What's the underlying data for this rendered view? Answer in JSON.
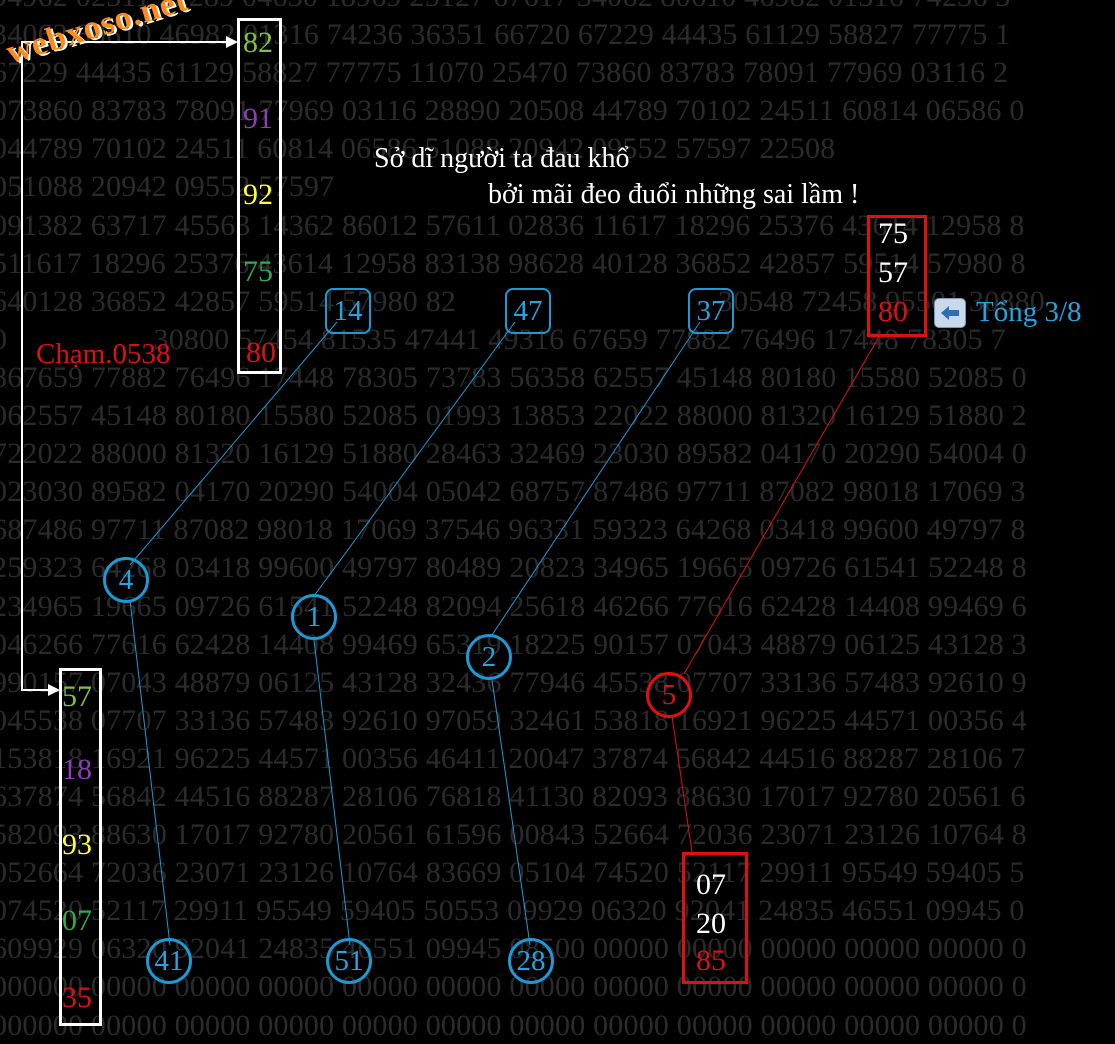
{
  "logo_text": "webxoso.net",
  "quote": {
    "line1": "Sở dĩ người ta đau khổ",
    "line2": "bởi mãi đeo đuổi những sai lầm !"
  },
  "tong_label": "Tổng 3/8",
  "cham_label": "Chạm.0538",
  "colors": {
    "green": "#7fc242",
    "purple": "#8a3fb8",
    "yellow": "#ffff33",
    "dark_green": "#2fae4f",
    "red": "#e01010",
    "blue": "#1c9ad6",
    "white": "#ffffff"
  },
  "left_top_column": [
    "82",
    "91",
    "92",
    "75",
    "80"
  ],
  "left_bottom_column": [
    "57",
    "18",
    "93",
    "07",
    "35"
  ],
  "top_blue_squares": [
    "14",
    "47",
    "37"
  ],
  "top_right_box": [
    "75",
    "57",
    "80"
  ],
  "middle_circles": [
    "4",
    "1",
    "2"
  ],
  "red_circle": "5",
  "bottom_circles": [
    "41",
    "51",
    "28"
  ],
  "bottom_right_box": [
    "07",
    "20",
    "85"
  ],
  "icons": {
    "back_arrow": "left-arrow-icon"
  },
  "background_rows": [
    "94962 02511 22289 04630 18969 25127 67617 34062 80610 46982 01316 74236 3",
    "34062 80610 46982 01316 74236 36351 66720 67229 44435 61129 58827 77775 1",
    "67229 44435 61129 58827 77775 11070 25470 73860 83783 78091 77969 03116 2",
    "073860 83783 78091 77969 03116 28890 20508 44789 70102 24511 60814 06586 0",
    "044789 70102 24511 60814 06586 51088 20942 09552 57597 22508",
    "051088 20942 09552 57597 ",
    "091382 63717 45563 14362 86012 57611 02836 11617 18296 25376 43614 12958 8",
    "511617 18296 25376 43614 12958 83138 98628 40128 36852 42857 59514 57980 8",
    "640128 36852 42857 59514 57980 82                                  30548 72458 95501 30880",
    "0                   30800 57454 81535 47441 49316 67659 77882 76496 17448 78305 7",
    "867659 77882 76496 17448 78305 73783 56358 62557 45148 80180 15580 52085 0",
    "062557 45148 80180 15580 52085 01993 13853 22022 88000 81320 16129 51880 2",
    "722022 88000 81320 16129 51880 28463 32469 23030 89582 04170 20290 54004 0",
    "023030 89582 04170 20290 54004 05042 68757 87486 97711 87082 98018 17069 3",
    "687486 97711 87082 98018 17069 37546 96331 59323 64268 03418 99600 49797 8",
    "259323 64268 03418 99600 49797 80489 20823 34965 19665 09726 61541 52248 8",
    "234965 19665 09726 61541 52248 82094 25618 46266 77616 62428 14408 99469 6",
    "046266 77616 62428 14408 99469 65319 18225 90157 07043 48879 06125 43128 3",
    "990157 07043 48879 06125 43128 32436 77946 45538 07707 33136 57483 92610 9",
    "045538 07707 33136 57483 92610 97059 32461 53818 16921 96225 44571 00356 4",
    "153818 16921 96225 44571 00356 46411 20047 37874 56842 44516 88287 28106 7",
    "637874 56842 44516 88287 28106 76818 41130 82093 88630 17017 92780 20561 6",
    "582093 88630 17017 92780 20561 61596 00843 52664 72036 23071 23126 10764 8",
    "052664 72036 23071 23126 10764 83669 05104 74520 52117 29911 95549 59405 5",
    "074520 52117 29911 95549 59405 50553 09929 06320 92041 24835 46551 09945 0",
    "609929 06320 92041 24835 46551 09945 08500 00000 00000 00000 00000 00000 0",
    "000000 00000 00000 00000 00000 00000 00000 00000 00000 00000 00000 00000 0",
    "000000 00000 00000 00000 00000 00000 00000 00000 00000 00000 00000 00000 0"
  ]
}
